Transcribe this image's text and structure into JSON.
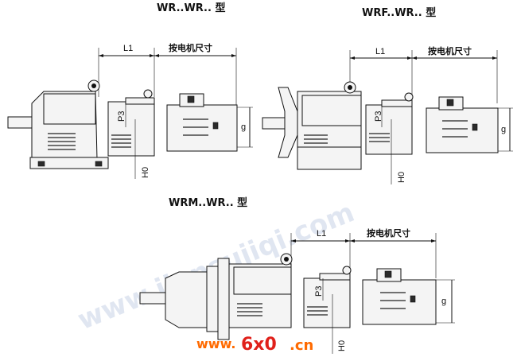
{
  "drawings": [
    {
      "id": "wr",
      "title": "WR..WR.. 型",
      "dim_l1": "L1",
      "dim_motor": "按电机尺寸",
      "dim_p3": "P3",
      "dim_h0": "H0",
      "dim_g": "g"
    },
    {
      "id": "wrf",
      "title": "WRF..WR.. 型",
      "dim_l1": "L1",
      "dim_motor": "按电机尺寸",
      "dim_p3": "P3",
      "dim_h0": "H0",
      "dim_g": "g"
    },
    {
      "id": "wrm",
      "title": "WRM..WR.. 型",
      "dim_l1": "L1",
      "dim_motor": "按电机尺寸",
      "dim_p3": "P3",
      "dim_h0": "H0",
      "dim_g": "g"
    }
  ],
  "watermark": "www.jiansujiqi.com",
  "logo": {
    "text_left": "www.",
    "text_mid": "6x0",
    "text_right": ".cn",
    "color_main": "#ff6a00",
    "color_accent": "#e0201a"
  }
}
